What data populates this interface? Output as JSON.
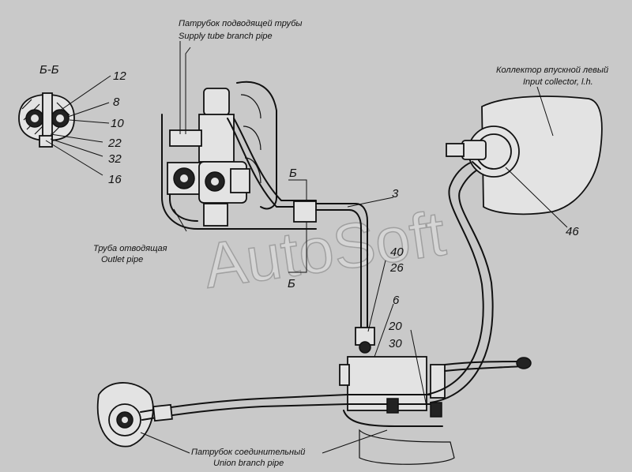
{
  "section": {
    "title": "Б-Б",
    "mark_top": "Б",
    "mark_bottom": "Б"
  },
  "callouts": {
    "n12": "12",
    "n8": "8",
    "n10": "10",
    "n22": "22",
    "n32": "32",
    "n16": "16",
    "n3": "3",
    "n40": "40",
    "n26": "26",
    "n6": "6",
    "n20": "20",
    "n30": "30",
    "n46": "46"
  },
  "captions": {
    "supply_ru": "Патрубок подводящей трубы",
    "supply_en": "Supply tube branch pipe",
    "collector_ru": "Коллектор впускной левый",
    "collector_en": "Input collector, l.h.",
    "outlet_ru": "Труба отводящая",
    "outlet_en": "Outlet pipe",
    "union_ru": "Патрубок соединительный",
    "union_en": "Union branch pipe"
  },
  "watermark": "AutoSoft"
}
